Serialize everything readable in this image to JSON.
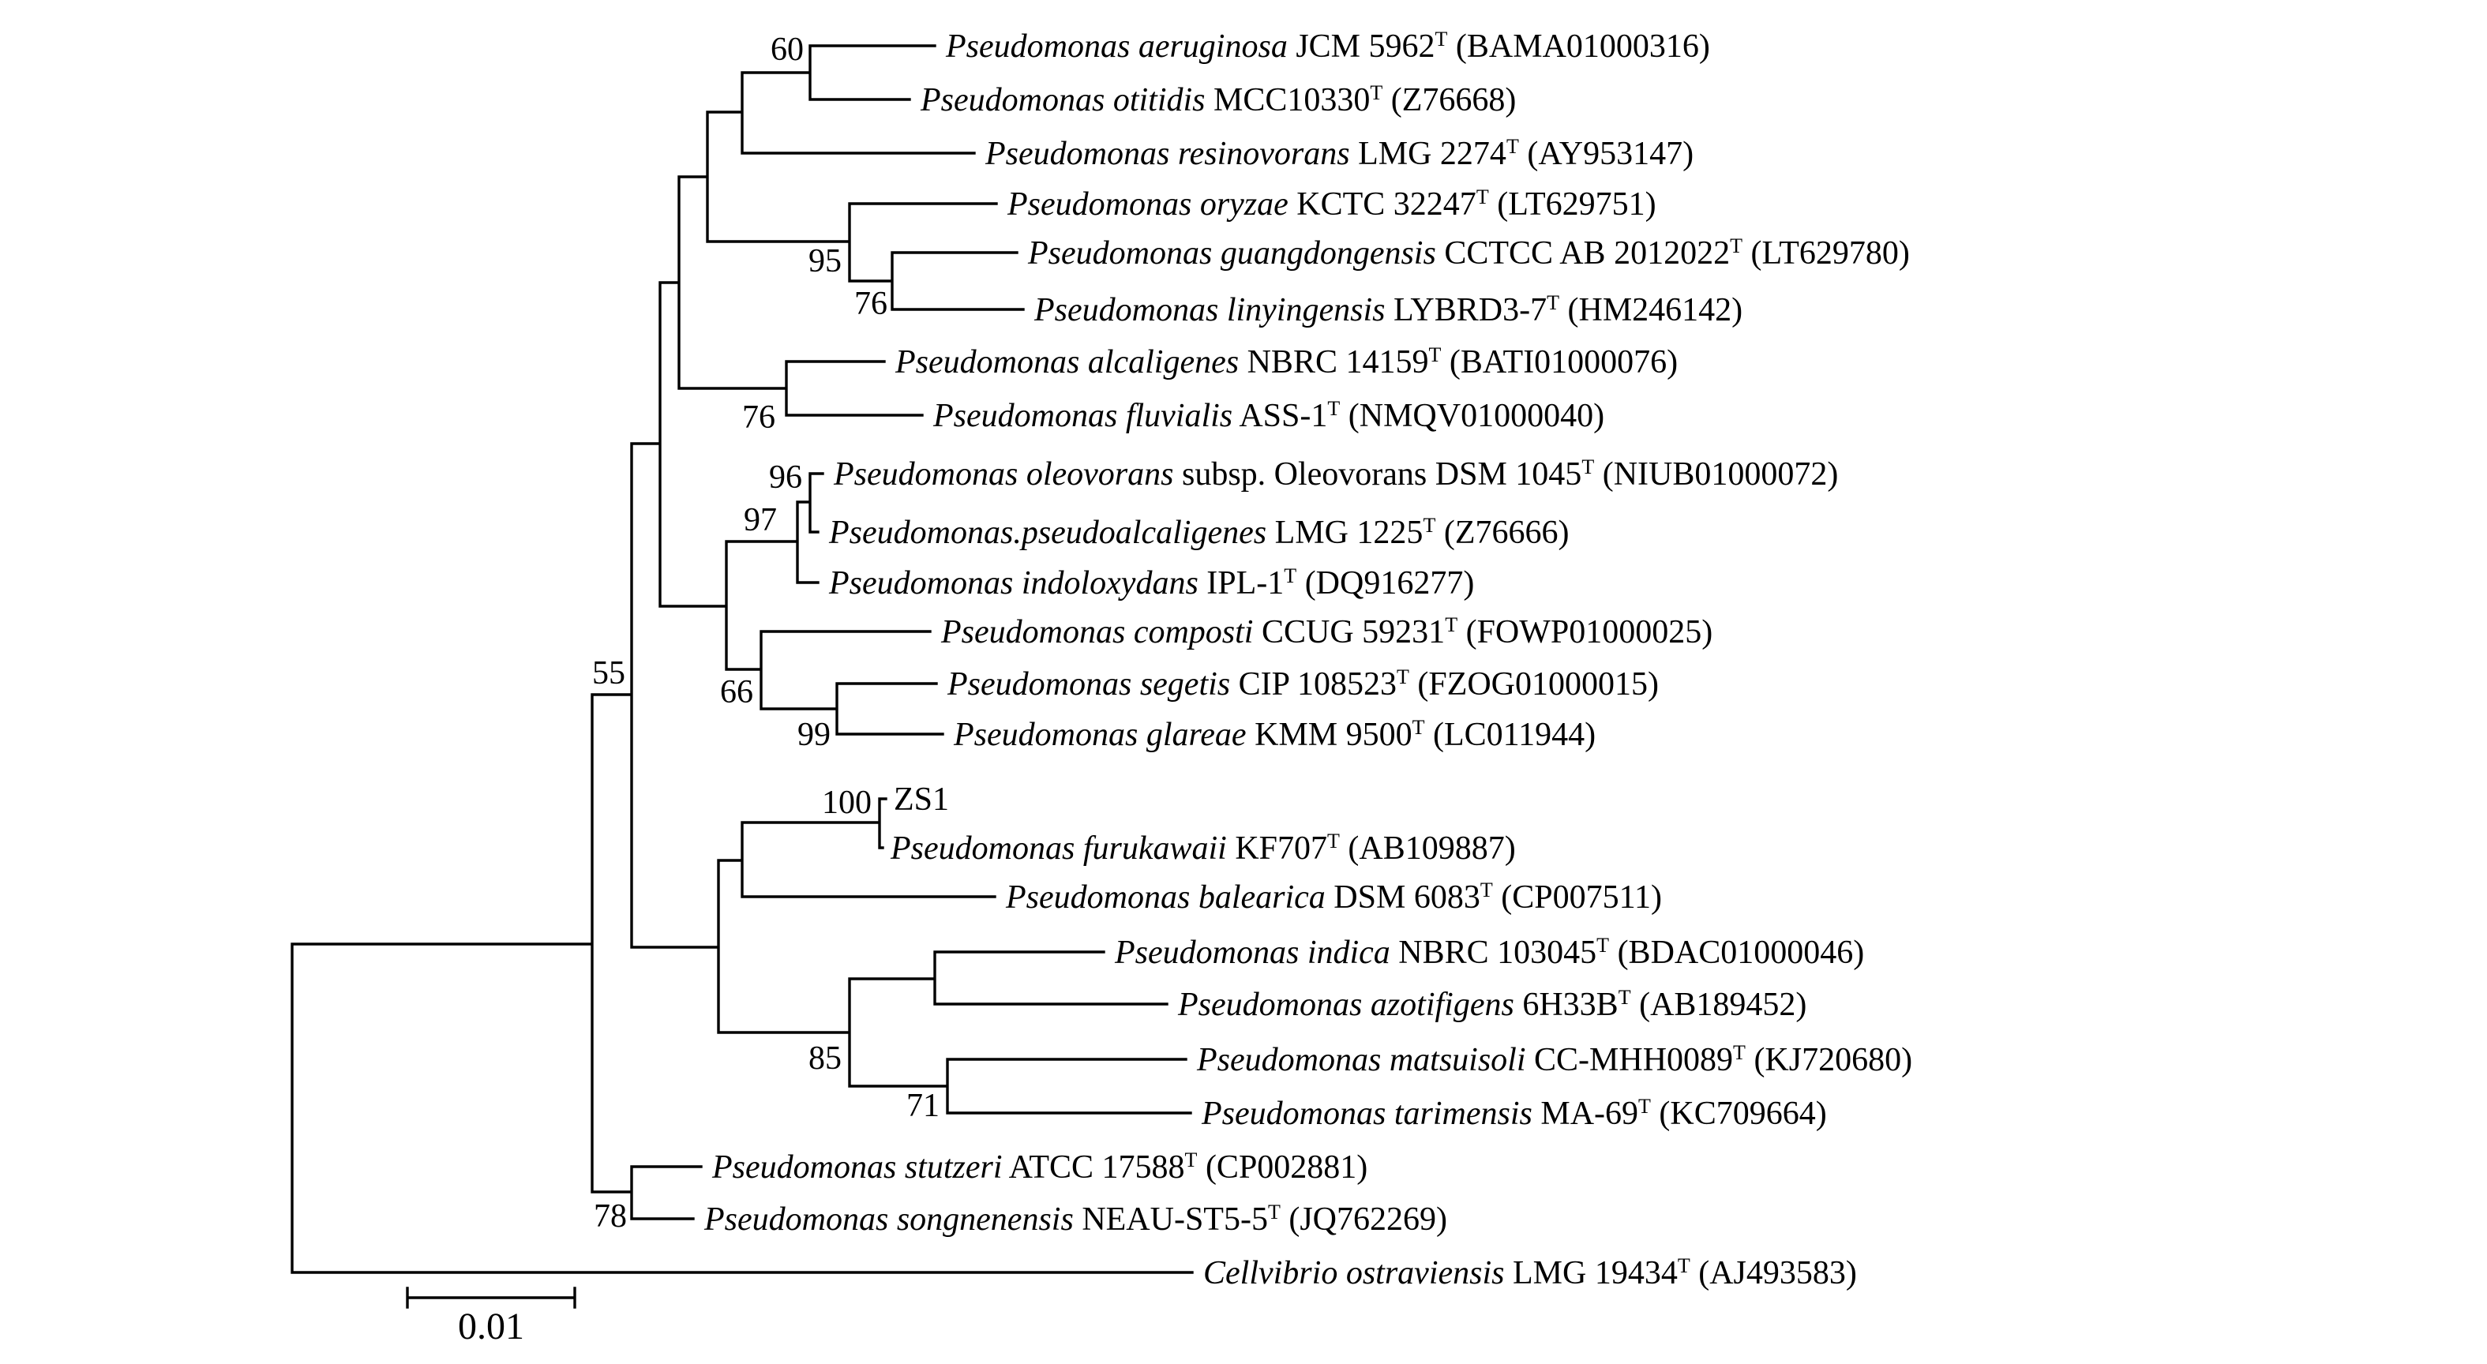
{
  "figure": {
    "type": "phylogenetic-tree",
    "scale_bar_label": "0.01"
  },
  "taxa": [
    {
      "id": "aeruginosa",
      "italic": "Pseudomonas aeruginosa",
      "roman": " JCM 5962",
      "sup": "T",
      "acc": " (BAMA01000316)"
    },
    {
      "id": "otitidis",
      "italic": "Pseudomonas otitidis",
      "roman": " MCC10330",
      "sup": "T",
      "acc": " (Z76668)"
    },
    {
      "id": "resinovorans",
      "italic": "Pseudomonas resinovorans",
      "roman": " LMG 2274",
      "sup": "T",
      "acc": " (AY953147)"
    },
    {
      "id": "oryzae",
      "italic": "Pseudomonas oryzae",
      "roman": " KCTC 32247",
      "sup": "T",
      "acc": " (LT629751)"
    },
    {
      "id": "guangdongensis",
      "italic": "Pseudomonas guangdongensis",
      "roman": " CCTCC AB 2012022",
      "sup": "T",
      "acc": " (LT629780)"
    },
    {
      "id": "linyingensis",
      "italic": "Pseudomonas linyingensis",
      "roman": " LYBRD3-7",
      "sup": "T",
      "acc": " (HM246142)"
    },
    {
      "id": "alcaligenes",
      "italic": "Pseudomonas alcaligenes",
      "roman": " NBRC 14159",
      "sup": "T",
      "acc": " (BATI01000076)"
    },
    {
      "id": "fluvialis",
      "italic": "Pseudomonas fluvialis",
      "roman": " ASS-1",
      "sup": "T",
      "acc": " (NMQV01000040)"
    },
    {
      "id": "oleovorans",
      "italic": "Pseudomonas oleovorans",
      "roman": " subsp. Oleovorans DSM 1045",
      "sup": "T",
      "acc": " (NIUB01000072)"
    },
    {
      "id": "pseudoalcaligenes",
      "italic": "Pseudomonas.pseudoalcaligenes",
      "roman": " LMG 1225",
      "sup": "T",
      "acc": " (Z76666)"
    },
    {
      "id": "indoloxydans",
      "italic": "Pseudomonas indoloxydans",
      "roman": " IPL-1",
      "sup": "T",
      "acc": " (DQ916277)"
    },
    {
      "id": "composti",
      "italic": "Pseudomonas composti",
      "roman": " CCUG 59231",
      "sup": "T",
      "acc": " (FOWP01000025)"
    },
    {
      "id": "segetis",
      "italic": "Pseudomonas segetis",
      "roman": " CIP 108523",
      "sup": "T",
      "acc": " (FZOG01000015)"
    },
    {
      "id": "glareae",
      "italic": "Pseudomonas glareae",
      "roman": " KMM 9500",
      "sup": "T",
      "acc": " (LC011944)"
    },
    {
      "id": "zs1",
      "italic": "",
      "roman": "ZS1",
      "sup": "",
      "acc": ""
    },
    {
      "id": "furukawaii",
      "italic": "Pseudomonas furukawaii",
      "roman": " KF707",
      "sup": "T",
      "acc": " (AB109887)"
    },
    {
      "id": "balearica",
      "italic": "Pseudomonas balearica",
      "roman": " DSM 6083",
      "sup": "T",
      "acc": " (CP007511)"
    },
    {
      "id": "indica",
      "italic": "Pseudomonas indica",
      "roman": " NBRC 103045",
      "sup": "T",
      "acc": " (BDAC01000046)"
    },
    {
      "id": "azotifigens",
      "italic": "Pseudomonas azotifigens",
      "roman": " 6H33B",
      "sup": "T",
      "acc": " (AB189452)"
    },
    {
      "id": "matsuisoli",
      "italic": "Pseudomonas matsuisoli",
      "roman": " CC-MHH0089",
      "sup": "T",
      "acc": " (KJ720680)"
    },
    {
      "id": "tarimensis",
      "italic": "Pseudomonas tarimensis",
      "roman": " MA-69",
      "sup": "T",
      "acc": " (KC709664)"
    },
    {
      "id": "stutzeri",
      "italic": "Pseudomonas stutzeri",
      "roman": " ATCC 17588",
      "sup": "T",
      "acc": " (CP002881)"
    },
    {
      "id": "songnenensis",
      "italic": "Pseudomonas songnenensis",
      "roman": " NEAU-ST5-5",
      "sup": "T",
      "acc": " (JQ762269)"
    },
    {
      "id": "cellvibrio",
      "italic": "Cellvibrio ostraviensis",
      "roman": " LMG 19434",
      "sup": "T",
      "acc": " (AJ493583)"
    }
  ],
  "supports": [
    {
      "id": "n60",
      "value": "60"
    },
    {
      "id": "n95",
      "value": "95"
    },
    {
      "id": "n76-linyingensis",
      "value": "76"
    },
    {
      "id": "n76-fluvialis",
      "value": "76"
    },
    {
      "id": "n96",
      "value": "96"
    },
    {
      "id": "n97",
      "value": "97"
    },
    {
      "id": "n55",
      "value": "55"
    },
    {
      "id": "n66",
      "value": "66"
    },
    {
      "id": "n99",
      "value": "99"
    },
    {
      "id": "n100",
      "value": "100"
    },
    {
      "id": "n85",
      "value": "85"
    },
    {
      "id": "n71",
      "value": "71"
    },
    {
      "id": "n78",
      "value": "78"
    }
  ]
}
